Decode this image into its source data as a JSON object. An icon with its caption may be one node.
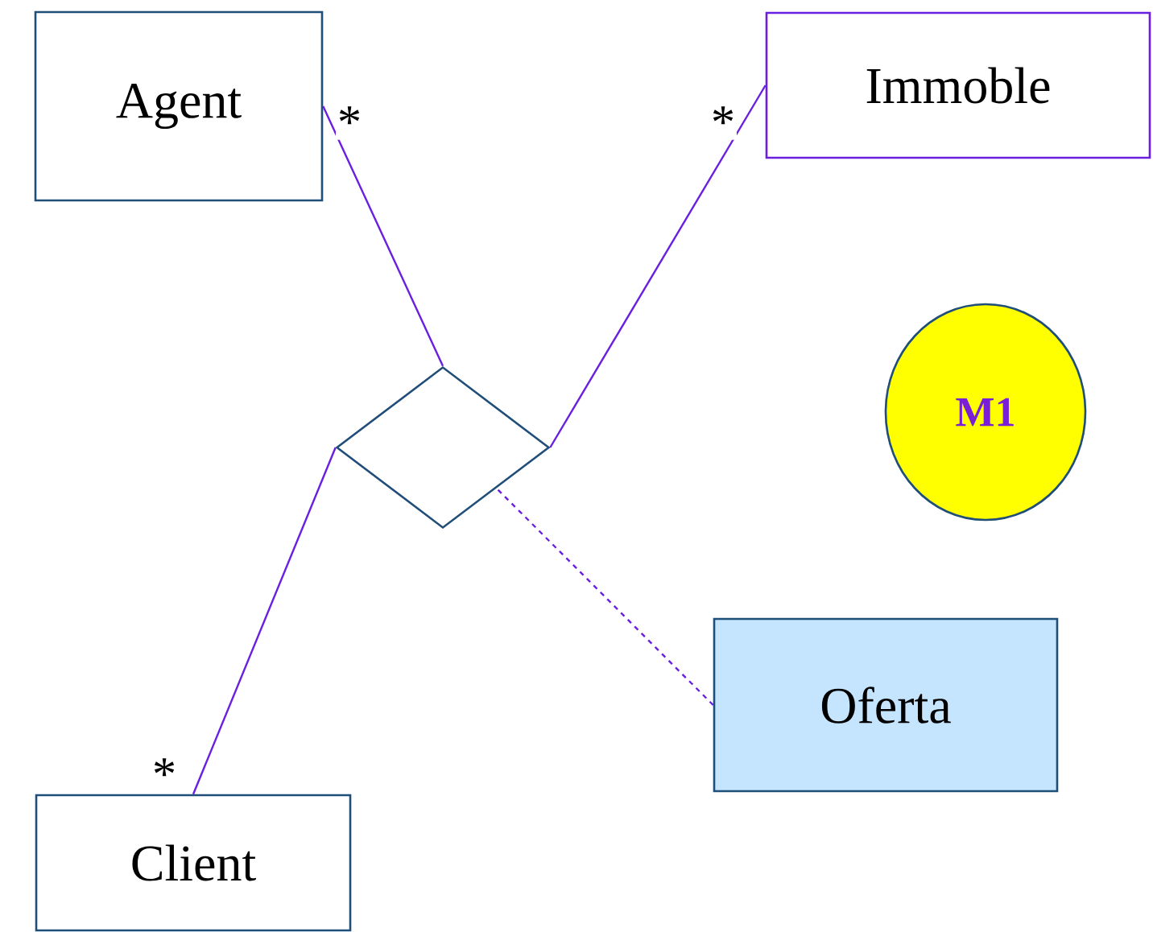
{
  "diagram": {
    "nodes": [
      {
        "text": [
          "Agent"
        ]
      },
      {
        "text": [
          "Immoble"
        ]
      },
      {
        "text": [],
        "shape": "diamond"
      },
      {
        "text": [
          "M1"
        ]
      },
      {
        "text": [
          "Oferta"
        ]
      },
      {
        "text": [
          "Client"
        ]
      }
    ],
    "edges": [
      {
        "from": 0,
        "to": 2,
        "arrow": "none",
        "label": "*"
      },
      {
        "from": 1,
        "to": 2,
        "arrow": "none",
        "label": "*"
      },
      {
        "from": 5,
        "to": 2,
        "arrow": "none",
        "label": "*"
      },
      {
        "from": 4,
        "to": 2,
        "arrow": "none",
        "style": "dashed"
      }
    ]
  }
}
